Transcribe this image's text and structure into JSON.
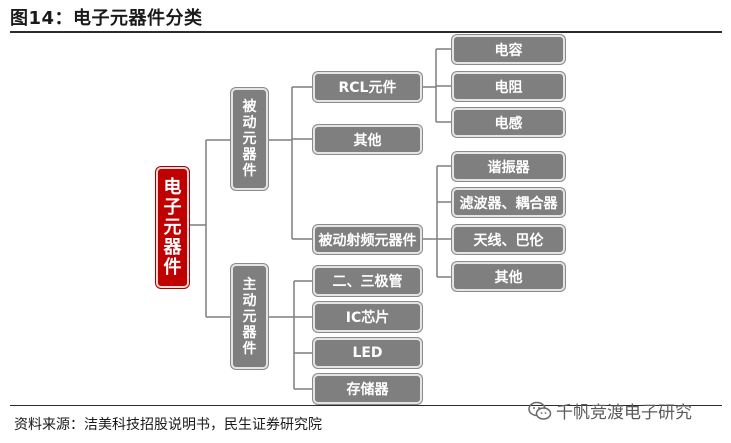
{
  "title": "图14：电子元器件分类",
  "root": "电子元器件",
  "passive": {
    "label": "被动元器件",
    "rcl": {
      "label": "RCL元件",
      "children": [
        "电容",
        "电阻",
        "电感"
      ]
    },
    "other": "其他",
    "rf": {
      "label": "被动射频元器件",
      "children": [
        "谐振器",
        "滤波器、耦合器",
        "天线、巴伦",
        "其他"
      ]
    }
  },
  "active": {
    "label": "主动元器件",
    "children": [
      "二、三极管",
      "IC芯片",
      "LED",
      "存储器"
    ]
  },
  "source": "资料来源：洁美科技招股说明书，民生证券研究院",
  "brand": "千帆竞渡电子研究",
  "colors": {
    "node": "#7f7f7f",
    "root": "#c00000",
    "line": "#7f7f7f"
  }
}
